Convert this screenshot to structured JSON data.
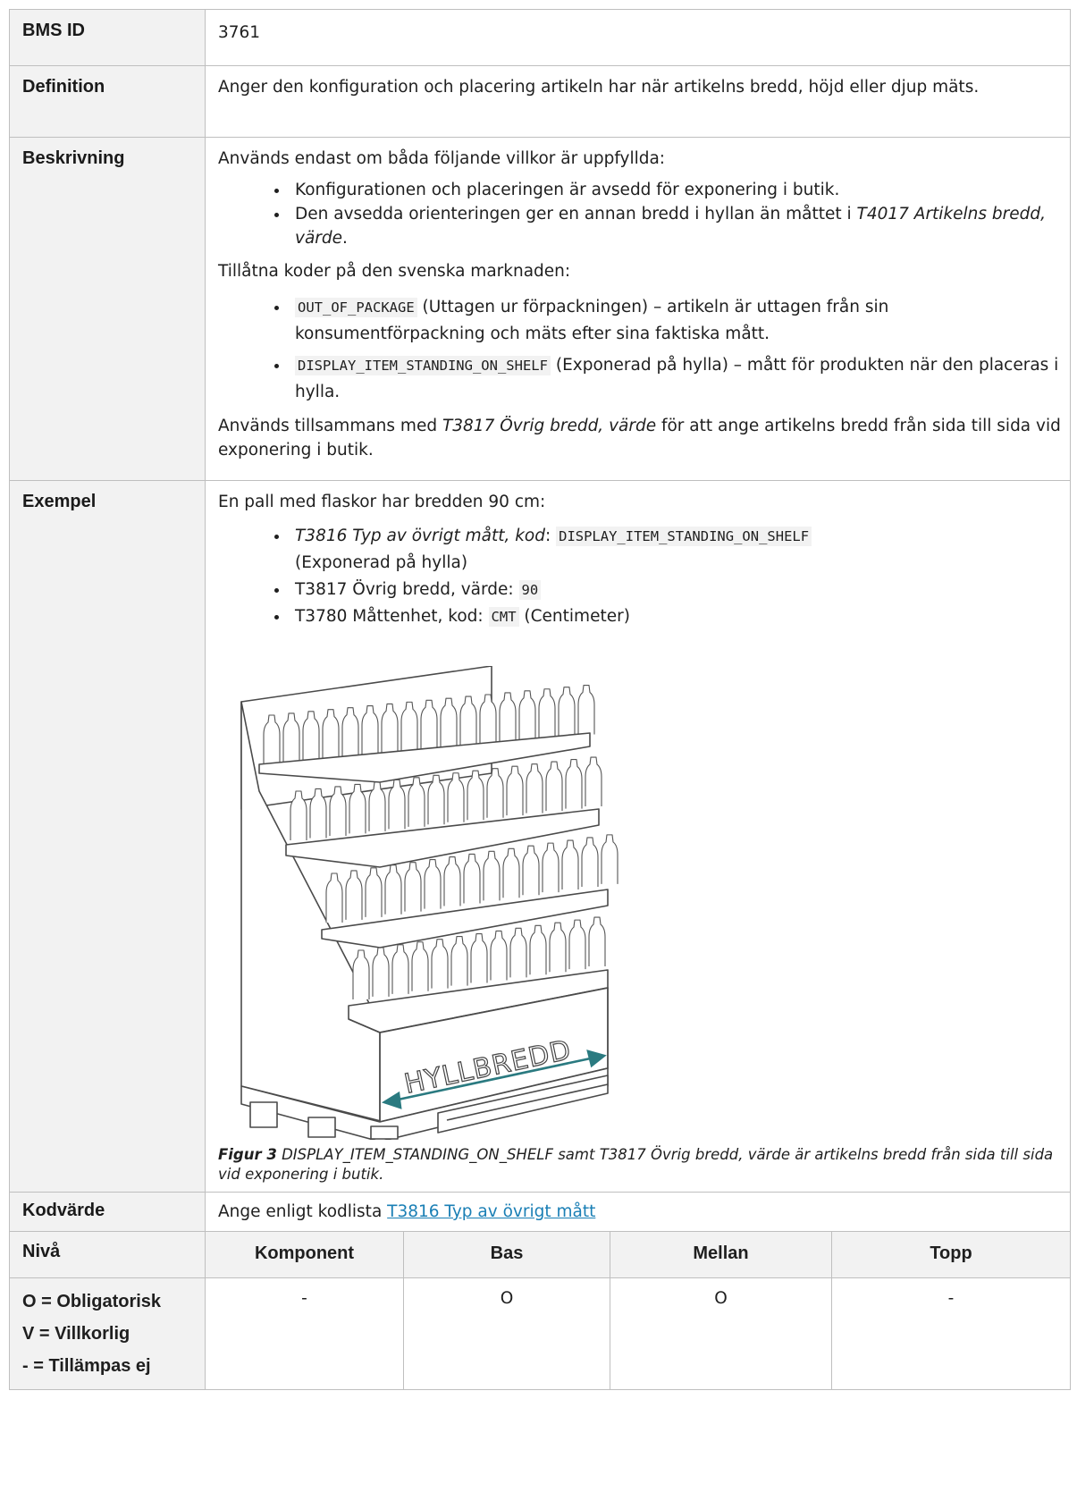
{
  "bms": {
    "label": "BMS ID",
    "value": "3761"
  },
  "definition": {
    "label": "Definition",
    "text": "Anger den konfiguration och placering artikeln har när artikelns bredd, höjd eller djup mäts."
  },
  "description": {
    "label": "Beskrivning",
    "intro": "Används endast om båda följande villkor är uppfyllda:",
    "conditions": {
      "c1": "Konfigurationen och placeringen är avsedd för exponering i butik.",
      "c2_text": "Den avsedda orienteringen ger en annan bredd i hyllan än måttet i ",
      "c2_ref": "T4017 Artikelns bredd, värde",
      "c2_end": "."
    },
    "codes_intro": "Tillåtna koder på den svenska marknaden:",
    "codes": {
      "code1": "OUT_OF_PACKAGE",
      "code1_text": " (Uttagen ur förpackningen) – artikeln är uttagen från sin konsumentförpackning och mäts efter sina faktiska mått.",
      "code2": "DISPLAY_ITEM_STANDING_ON_SHELF",
      "code2_text": " (Exponerad på hylla) – mått för produkten när den placeras i hylla."
    },
    "usage_pre": "Används tillsammans med ",
    "usage_ref": "T3817 Övrig bredd, värde",
    "usage_post": " för att ange artikelns bredd från sida till sida vid exponering i butik."
  },
  "example": {
    "label": "Exempel",
    "intro": "En pall med flaskor har bredden 90 cm:",
    "item1_ref": "T3816 Typ av övrigt mått, kod",
    "item1_sep": ": ",
    "item1_code": "DISPLAY_ITEM_STANDING_ON_SHELF",
    "item1_tail": " (Exponerad på hylla)",
    "item2_text": "T3817 Övrig bredd, värde: ",
    "item2_code": "90",
    "item3_text": "T3780 Måttenhet, kod: ",
    "item3_code": "CMT",
    "item3_tail": " (Centimeter)",
    "figure_label": "HYLLBREDD",
    "caption_bold": "Figur 3",
    "caption_text": " DISPLAY_ITEM_STANDING_ON_SHELF samt T3817 Övrig bredd, värde är artikelns bredd från sida till sida vid exponering i butik."
  },
  "codevalue": {
    "label": "Kodvärde",
    "text": "Ange enligt kodlista ",
    "link": "T3816 Typ av övrigt mått"
  },
  "levels": {
    "label": "Nivå",
    "headers": {
      "h1": "Komponent",
      "h2": "Bas",
      "h3": "Mellan",
      "h4": "Topp"
    },
    "legend": {
      "l1": "O = Obligatorisk",
      "l2": "V = Villkorlig",
      "l3": "- = Tillämpas ej"
    },
    "values": {
      "v1": "-",
      "v2": "O",
      "v3": "O",
      "v4": "-"
    }
  },
  "colors": {
    "label_bg": "#f2f2f2",
    "border": "#bfbfbf",
    "link": "#1a7fb5",
    "arrow": "#2a7a80"
  }
}
